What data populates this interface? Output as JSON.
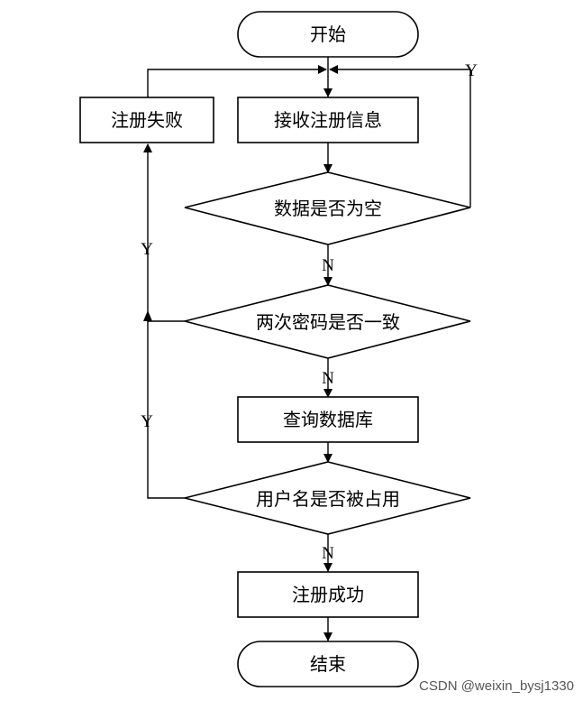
{
  "nodes": {
    "start": "开始",
    "receive": "接收注册信息",
    "fail": "注册失败",
    "check_empty": "数据是否为空",
    "check_pwd": "两次密码是否一致",
    "query_db": "查询数据库",
    "check_user": "用户名是否被占用",
    "success": "注册成功",
    "end": "结束"
  },
  "edges": {
    "empty_yes": "Y",
    "empty_no": "N",
    "pwd_yes": "Y",
    "pwd_no": "N",
    "user_yes": "Y",
    "user_no": "N"
  },
  "watermark": "CSDN @weixin_bysj1330"
}
